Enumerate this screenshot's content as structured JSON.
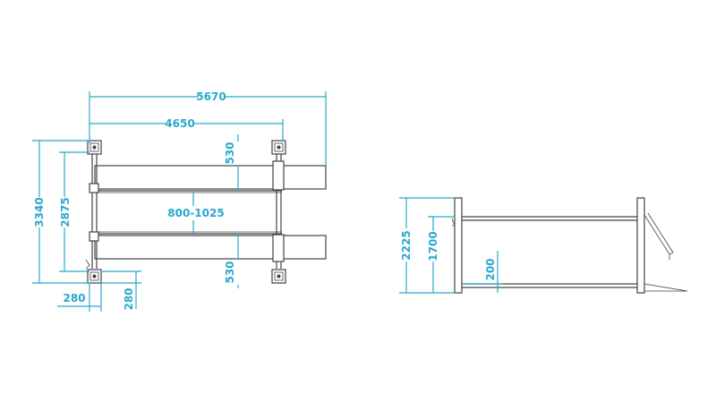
{
  "top_view": {
    "overall_length": "5670",
    "column_spacing": "4650",
    "overall_width": "3340",
    "inner_width": "2875",
    "runway_width_top": "530",
    "runway_width_bottom": "530",
    "runway_gap": "800-1025",
    "column_offset_x": "280",
    "column_offset_y": "280"
  },
  "side_view": {
    "overall_height": "2225",
    "lift_height": "1700",
    "platform_height": "200"
  }
}
